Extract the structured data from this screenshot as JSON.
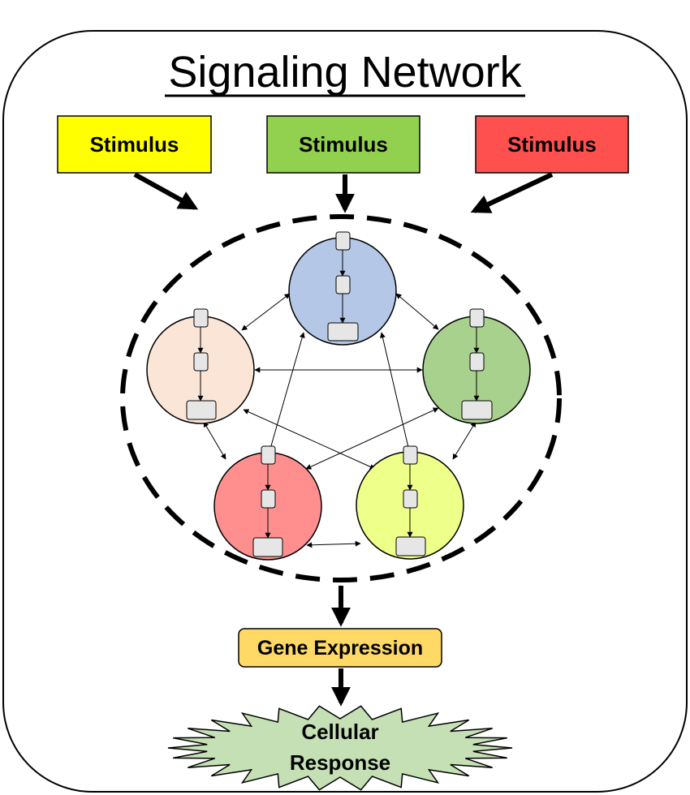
{
  "title": "Signaling Network",
  "stimuli": [
    {
      "label": "Stimulus",
      "color": "#ffff00"
    },
    {
      "label": "Stimulus",
      "color": "#92d050"
    },
    {
      "label": "Stimulus",
      "color": "#ff5050"
    }
  ],
  "modules": [
    {
      "name": "blue-module",
      "color": "#b4c7e7"
    },
    {
      "name": "peach-module",
      "color": "#fbe5d6"
    },
    {
      "name": "green-module",
      "color": "#a9d18e"
    },
    {
      "name": "red-module",
      "color": "#ff8f8f"
    },
    {
      "name": "yellow-module",
      "color": "#eeff8a"
    }
  ],
  "gene_expression": {
    "label": "Gene Expression",
    "color": "#ffd966"
  },
  "cellular_response": {
    "line1": "Cellular",
    "line2": "Response",
    "color": "#c5e0b4"
  }
}
